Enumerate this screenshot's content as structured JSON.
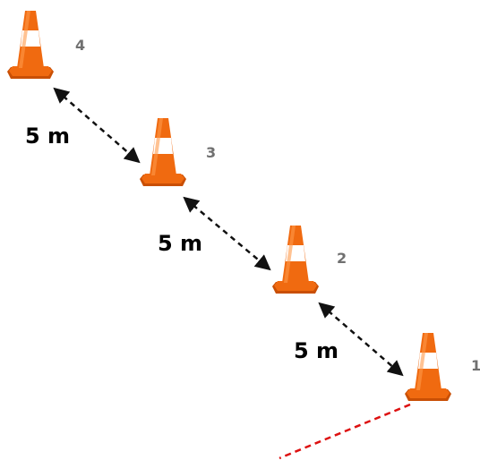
{
  "cones": [
    {
      "number": "4"
    },
    {
      "number": "3"
    },
    {
      "number": "2"
    },
    {
      "number": "1"
    }
  ],
  "distances": [
    {
      "label": "5 m"
    },
    {
      "label": "5 m"
    },
    {
      "label": "5 m"
    }
  ],
  "colors": {
    "cone_orange": "#f06a10",
    "cone_dark": "#c94f05",
    "cone_stripe": "#ffffff",
    "number_gray": "#707070",
    "arrow": "#111111",
    "start_line": "#dd1111"
  }
}
